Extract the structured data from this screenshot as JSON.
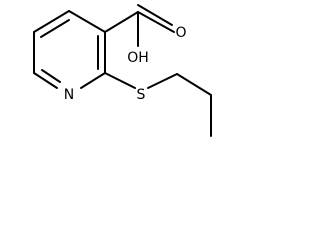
{
  "molecule": {
    "atoms": {
      "oh": "OH",
      "o": "O",
      "n": "N",
      "s": "S"
    }
  }
}
